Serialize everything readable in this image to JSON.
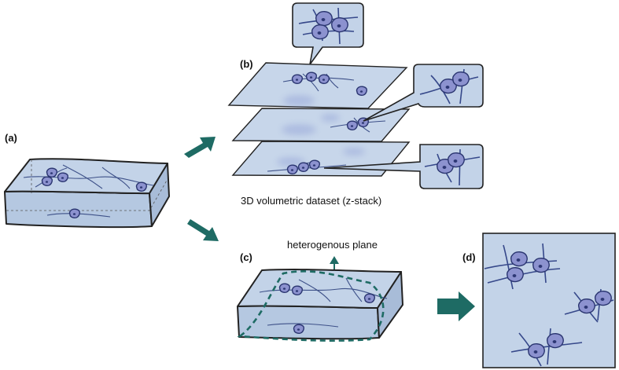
{
  "labels": {
    "a": "(a)",
    "b": "(b)",
    "c": "(c)",
    "d": "(d)",
    "zstack": "3D volumetric dataset (z-stack)",
    "plane": "heterogenous plane"
  },
  "colors": {
    "arrow": "#1e6b64",
    "tissue": "#c3d3e8",
    "cell": "#8c92cf",
    "fiber": "#3d5088"
  }
}
